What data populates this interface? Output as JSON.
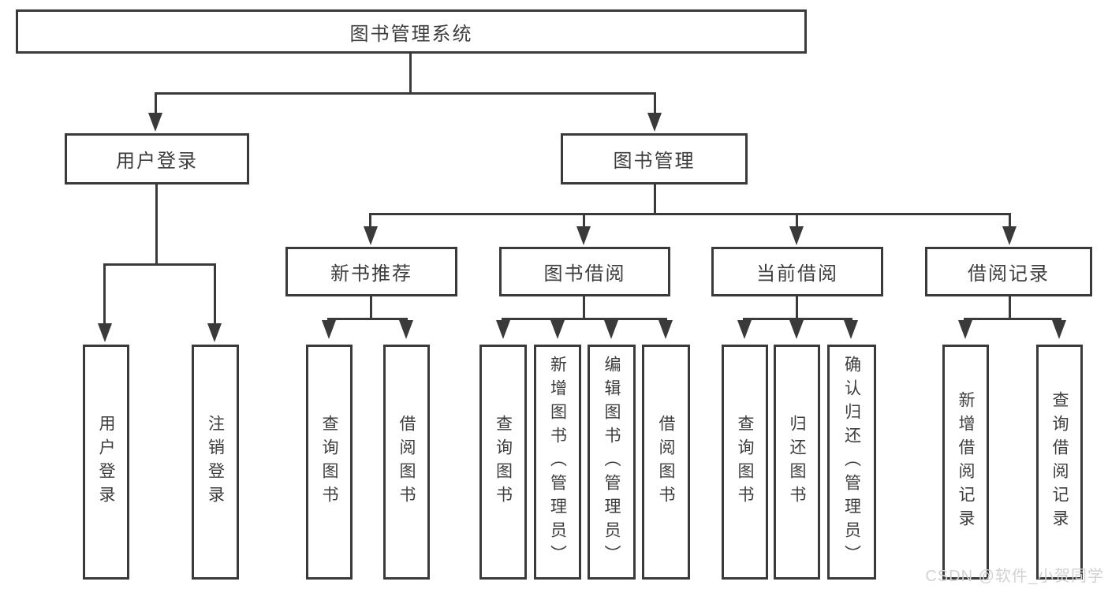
{
  "diagram": {
    "nodes": {
      "root": {
        "label": "图书管理系统"
      },
      "user_login": {
        "label": "用户登录",
        "children": [
          "用户登录",
          "注销登录"
        ]
      },
      "book_management": {
        "label": "图书管理"
      },
      "new_book_recommend": {
        "label": "新书推荐",
        "children": [
          "查询图书",
          "借阅图书"
        ]
      },
      "book_borrow": {
        "label": "图书借阅",
        "children": [
          "查询图书",
          "新增图书（管理员）",
          "编辑图书（管理员）",
          "借阅图书"
        ]
      },
      "current_borrow": {
        "label": "当前借阅",
        "children": [
          "查询图书",
          "归还图书",
          "确认归还（管理员）"
        ]
      },
      "borrow_record": {
        "label": "借阅记录",
        "children": [
          "新增借阅记录",
          "查询借阅记录"
        ]
      }
    }
  },
  "watermark": "CSDN @软件_小贺同学",
  "colors": {
    "line": "#3a3a3a",
    "text": "#3d3d3d",
    "background": "#ffffff",
    "watermark": "#d2d2d2"
  }
}
